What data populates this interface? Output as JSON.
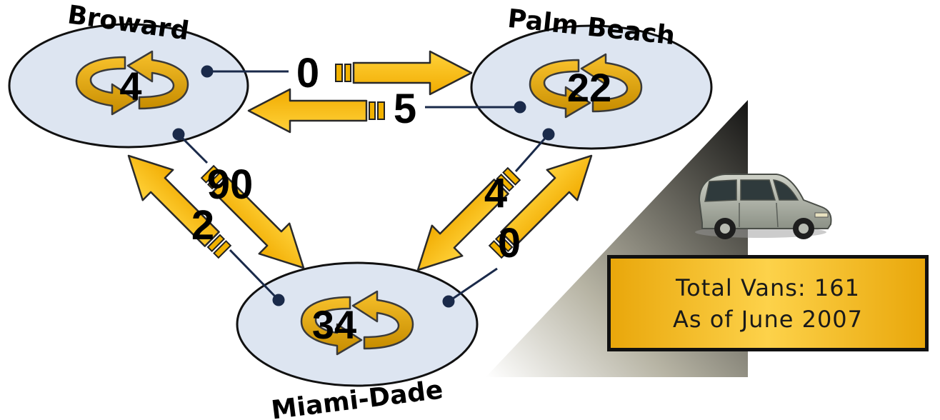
{
  "regions": {
    "broward": {
      "label": "Broward",
      "count": "4"
    },
    "palm_beach": {
      "label": "Palm Beach",
      "count": "22"
    },
    "miami_dade": {
      "label": "Miami-Dade",
      "count": "34"
    }
  },
  "flows": {
    "broward_to_palm_beach": "0",
    "palm_beach_to_broward": "5",
    "broward_to_miami_dade": "90",
    "miami_dade_to_broward": "2",
    "palm_beach_to_miami_dade": "4",
    "miami_dade_to_palm_beach": "0"
  },
  "summary": {
    "total_line": "Total Vans: 161",
    "date_line": "As of June 2007"
  },
  "icons": {
    "vehicle": "minivan-icon",
    "cycle": "circular-arrows-icon"
  },
  "colors": {
    "node_fill": "#dde5f1",
    "arrow_fill": "#fbbd10",
    "summary_box": "#f6c22c"
  }
}
